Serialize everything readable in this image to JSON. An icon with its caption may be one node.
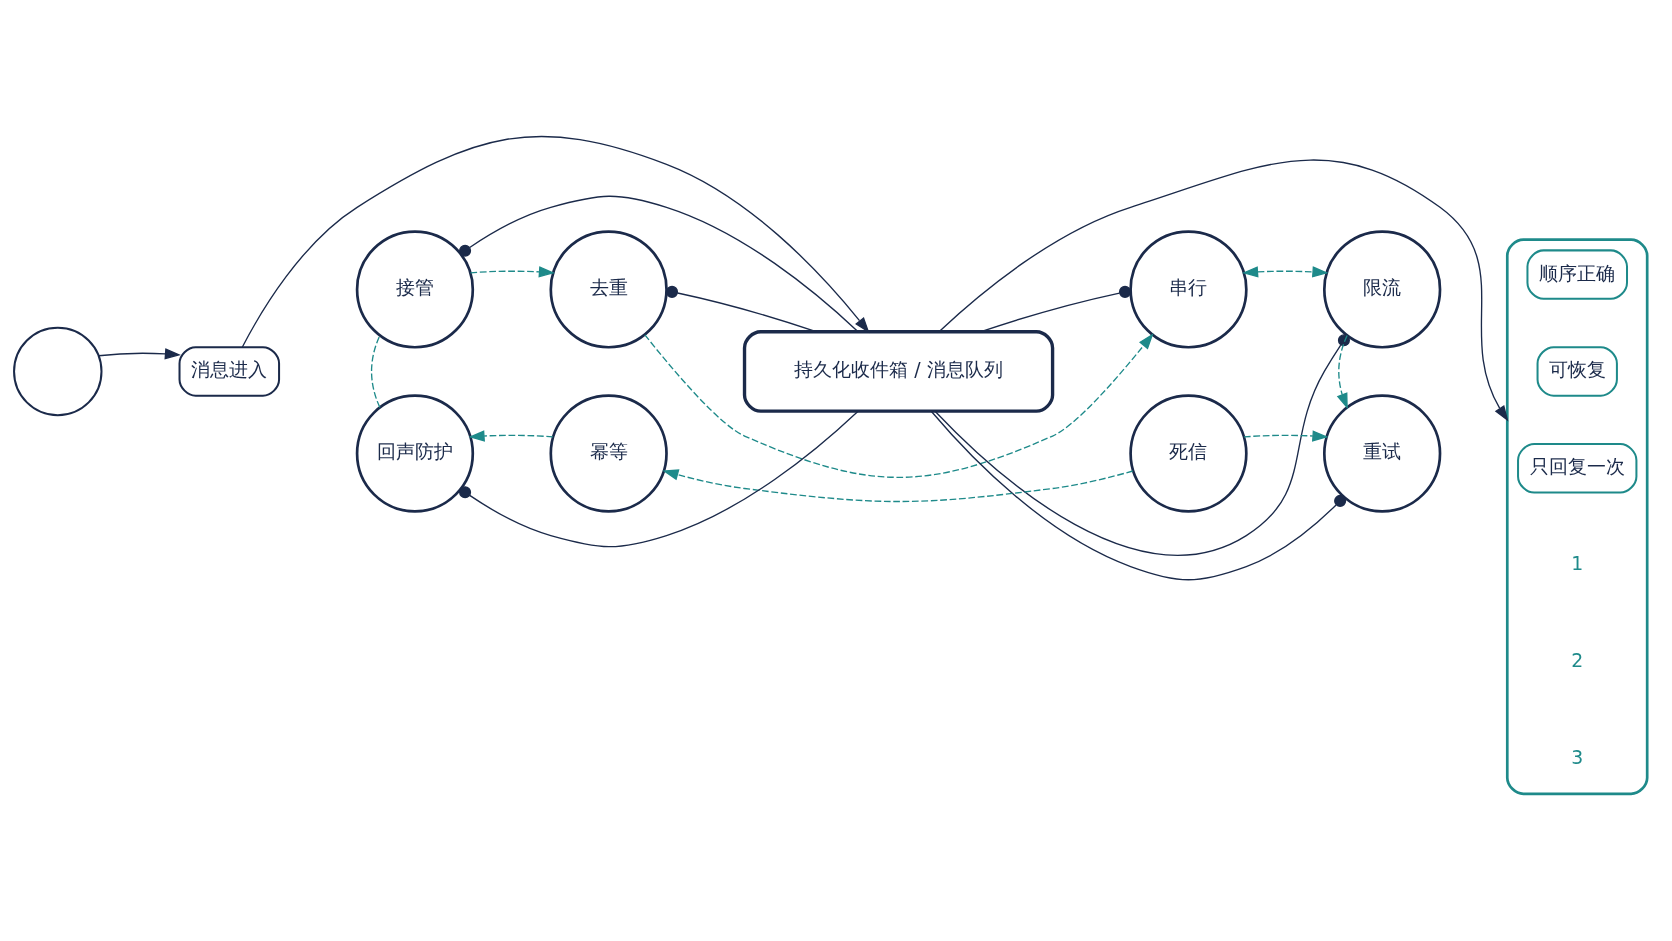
{
  "diagram": {
    "nodes": [
      {
        "text": [],
        "shape": "person"
      },
      {
        "text": [
          "消息进入"
        ]
      },
      {
        "text": [
          "持久化收件箱 / 消息队列"
        ]
      },
      {
        "text": [
          "接管"
        ]
      },
      {
        "text": [
          "去重"
        ]
      },
      {
        "text": [
          "串行"
        ]
      },
      {
        "text": [
          "限流"
        ]
      },
      {
        "text": [
          "重试"
        ]
      },
      {
        "text": [
          "死信"
        ]
      },
      {
        "text": [
          "幂等"
        ]
      },
      {
        "text": [
          "回声防护"
        ]
      },
      {
        "text": [],
        "shape": "bracket"
      },
      {
        "text": [
          "只回复一次"
        ],
        "in": 11
      },
      {
        "text": [
          "顺序正确"
        ],
        "in": 11
      },
      {
        "text": [
          "可恢复"
        ],
        "in": 11
      }
    ],
    "edges": [
      {
        "from": 0,
        "to": 1,
        "arrow": "to"
      },
      {
        "from": 1,
        "to": 2,
        "arrow": "to"
      },
      {
        "from": 2,
        "to": 11,
        "arrow": "to"
      },
      {
        "from": 3,
        "to": 4,
        "arrow": "to",
        "style": "dashed",
        "color": "#1e8a8a"
      },
      {
        "from": 4,
        "to": 5,
        "arrow": "to",
        "style": "dashed",
        "color": "#1e8a8a"
      },
      {
        "from": 5,
        "to": 6,
        "arrow": "both",
        "style": "dashed",
        "color": "#1e8a8a"
      },
      {
        "from": 6,
        "to": 7,
        "arrow": "to",
        "style": "dashed",
        "color": "#1e8a8a"
      },
      {
        "from": 8,
        "to": 7,
        "arrow": "to",
        "style": "dashed",
        "color": "#1e8a8a"
      },
      {
        "from": 8,
        "to": 9,
        "arrow": "to",
        "style": "dashed",
        "color": "#1e8a8a"
      },
      {
        "from": 9,
        "to": 10,
        "arrow": "to",
        "style": "dashed",
        "color": "#1e8a8a"
      },
      {
        "from": 10,
        "to": 3,
        "arrow": "none",
        "style": "dashed",
        "color": "#1e8a8a"
      },
      {
        "from": 3,
        "to": 2,
        "arrow": "other"
      },
      {
        "from": 4,
        "to": 2,
        "arrow": "other"
      },
      {
        "from": 5,
        "to": 2,
        "arrow": "other"
      },
      {
        "from": 6,
        "to": 2,
        "arrow": "other"
      },
      {
        "from": 7,
        "to": 2,
        "arrow": "other"
      },
      {
        "from": 10,
        "to": 2,
        "arrow": "other"
      }
    ],
    "labels": [
      "1",
      "2",
      "3"
    ]
  }
}
